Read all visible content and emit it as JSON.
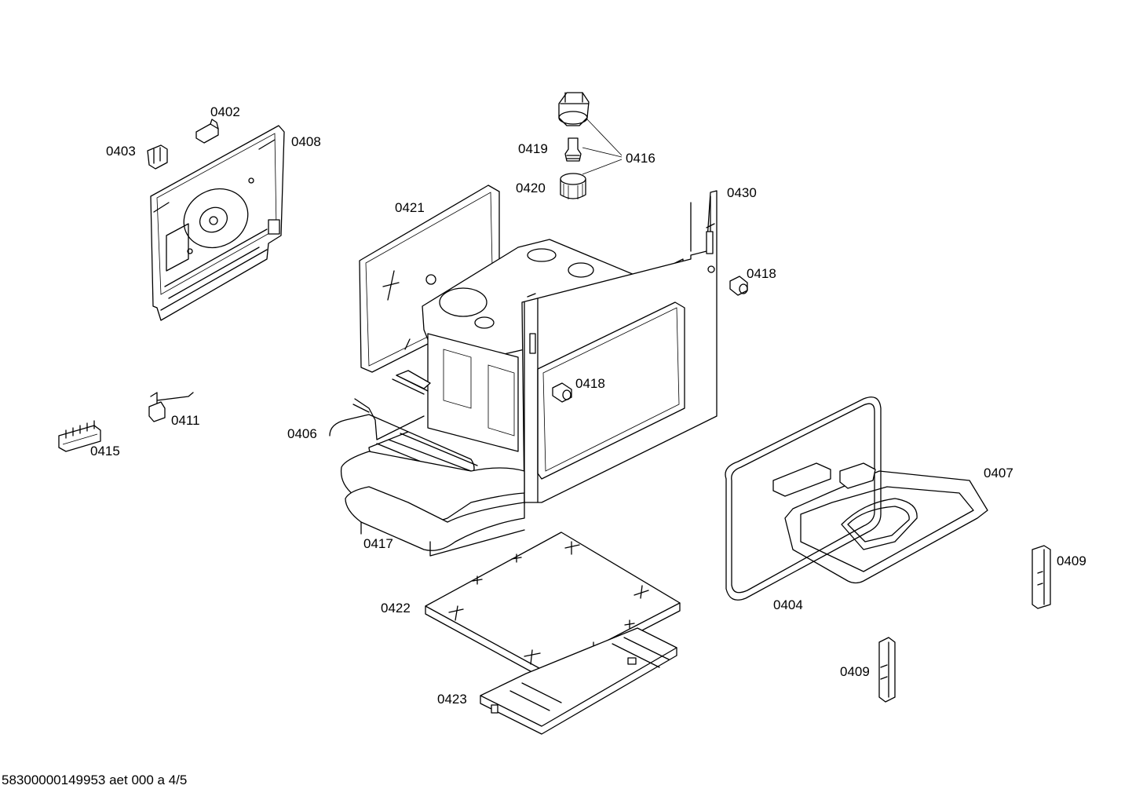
{
  "parts": [
    {
      "id": "p0402",
      "label": "0402"
    },
    {
      "id": "p0403",
      "label": "0403"
    },
    {
      "id": "p0408",
      "label": "0408"
    },
    {
      "id": "p0419",
      "label": "0419"
    },
    {
      "id": "p0416",
      "label": "0416"
    },
    {
      "id": "p0420",
      "label": "0420"
    },
    {
      "id": "p0421",
      "label": "0421"
    },
    {
      "id": "p0430",
      "label": "0430"
    },
    {
      "id": "p0418a",
      "label": "0418"
    },
    {
      "id": "p0418b",
      "label": "0418"
    },
    {
      "id": "p0411",
      "label": "0411"
    },
    {
      "id": "p0406",
      "label": "0406"
    },
    {
      "id": "p0415",
      "label": "0415"
    },
    {
      "id": "p0407",
      "label": "0407"
    },
    {
      "id": "p0417",
      "label": "0417"
    },
    {
      "id": "p0409a",
      "label": "0409"
    },
    {
      "id": "p0422",
      "label": "0422"
    },
    {
      "id": "p0404",
      "label": "0404"
    },
    {
      "id": "p0409b",
      "label": "0409"
    },
    {
      "id": "p0423",
      "label": "0423"
    }
  ],
  "footer": "58300000149953 aet 000 a 4/5"
}
